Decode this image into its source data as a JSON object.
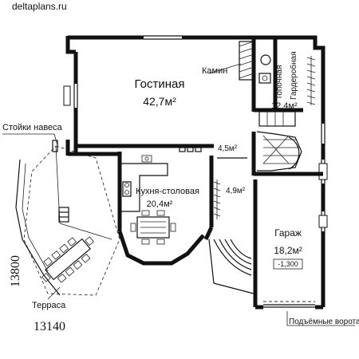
{
  "site": {
    "watermark": "deltaplans.ru"
  },
  "rooms": {
    "living": {
      "name": "Гостиная",
      "area": "42,7м²"
    },
    "fireplace": {
      "name": "Камин"
    },
    "boiler": {
      "name": "Топочная"
    },
    "wardrobe": {
      "name": "Гардеробная",
      "area": "12,4м²"
    },
    "hall": {
      "area": "4,5м²"
    },
    "kitchen": {
      "name": "Кухня-столовая",
      "area": "20,4м²"
    },
    "small_hall": {
      "area": "4,9м²"
    },
    "garage": {
      "name": "Гараж",
      "area": "18,2м²",
      "level": "-1,300"
    }
  },
  "annotations": {
    "canopy_posts": "Стойки навеса",
    "terrace": "Терраса",
    "lift_gate": "Подъёмные ворота"
  },
  "dimensions": {
    "width": "13140",
    "depth": "13800"
  }
}
